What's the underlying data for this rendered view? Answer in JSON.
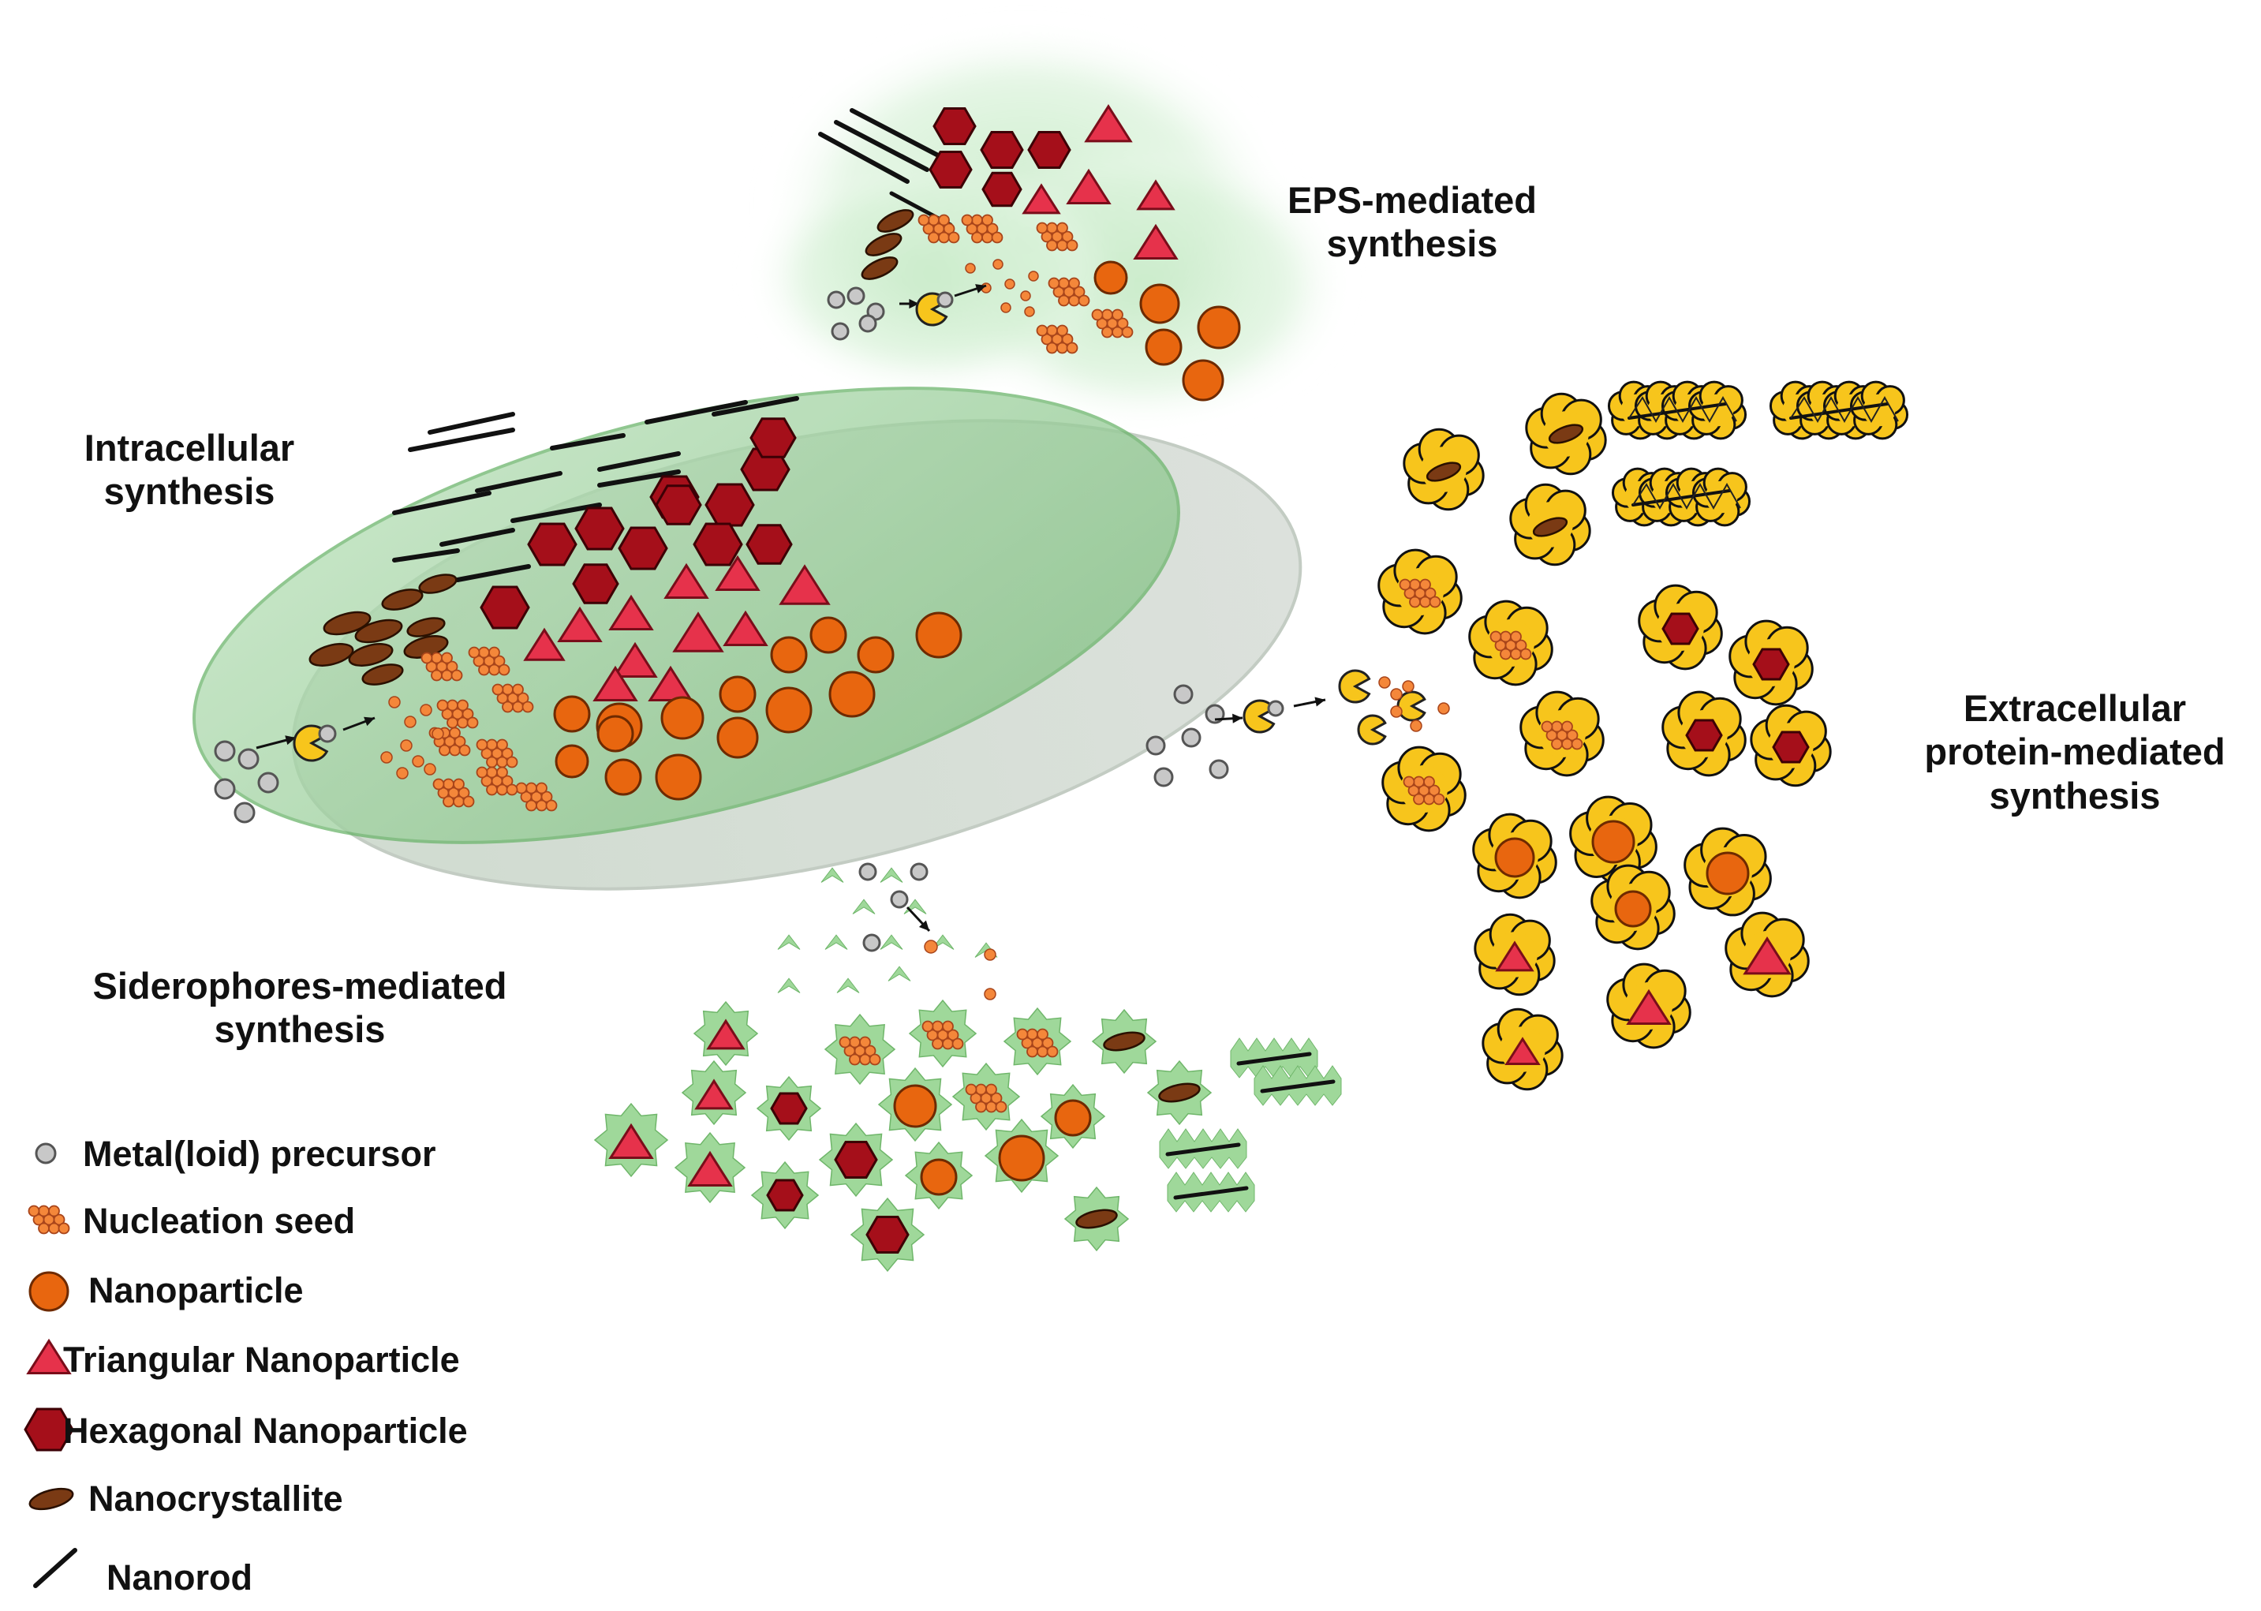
{
  "sections": {
    "eps": {
      "line1": "EPS-mediated",
      "line2": "synthesis"
    },
    "intracellular": {
      "line1": "Intracellular",
      "line2": "synthesis"
    },
    "extracellular": {
      "line1": "Extracellular",
      "line2": "protein-mediated",
      "line3": "synthesis"
    },
    "siderophores": {
      "line1": "Siderophores-mediated",
      "line2": "synthesis"
    }
  },
  "legend": [
    {
      "icon": "precursor-icon",
      "label": "Metal(loid) precursor"
    },
    {
      "icon": "nucleation-seed-icon",
      "label": "Nucleation seed"
    },
    {
      "icon": "nanoparticle-icon",
      "label": "Nanoparticle"
    },
    {
      "icon": "triangle-icon",
      "label": "Triangular Nanoparticle"
    },
    {
      "icon": "hexagon-icon",
      "label": "Hexagonal Nanoparticle"
    },
    {
      "icon": "nanocrystallite-icon",
      "label": "Nanocrystallite"
    },
    {
      "icon": "nanorod-icon",
      "label": "Nanorod"
    }
  ],
  "colors": {
    "precursor": "#c8c8c8",
    "seed": "#f4873a",
    "nanoparticle": "#e8660f",
    "triangle": "#e6324b",
    "hexagon": "#a50f1a",
    "nanocrystallite": "#7a3a14",
    "protein": "#f7c51c",
    "cell": "#8fc98f",
    "siderophore": "#9fd89a"
  }
}
